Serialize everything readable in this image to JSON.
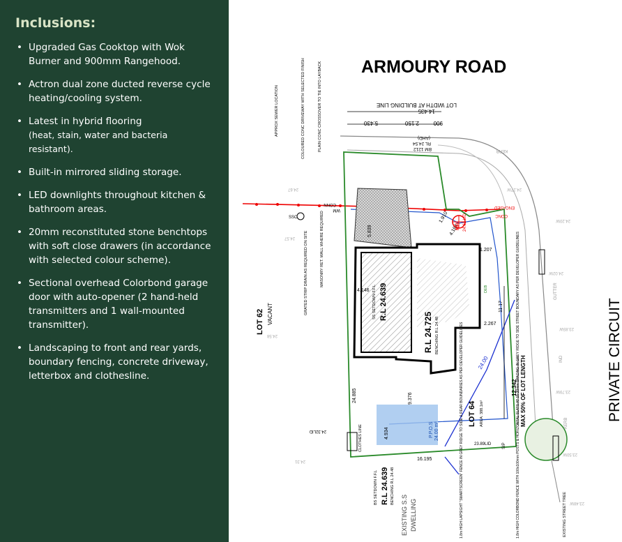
{
  "sidebar": {
    "heading": "Inclusions:",
    "items": [
      {
        "text": "Upgraded Gas Cooktop with Wok Burner and 900mm Rangehood.",
        "note": ""
      },
      {
        "text": "Actron dual zone ducted reverse cycle heating/cooling system.",
        "note": ""
      },
      {
        "text": "Latest in hybrid flooring",
        "note": "(heat, stain, water and bacteria resistant)."
      },
      {
        "text": "Built-in mirrored sliding storage.",
        "note": ""
      },
      {
        "text": "LED downlights throughout kitchen & bathroom areas.",
        "note": ""
      },
      {
        "text": "20mm reconstituted stone benchtops with soft close drawers (in accordance with selected colour scheme).",
        "note": ""
      },
      {
        "text": "Sectional overhead Colorbond garage door with auto-opener (2 hand-held transmitters and 1 wall-mounted transmitter).",
        "note": ""
      },
      {
        "text": "Landscaping to front and rear yards, boundary fencing, concrete driveway, letterbox and clothesline.",
        "note": ""
      }
    ]
  },
  "plan": {
    "road_name": "ARMOURY  ROAD",
    "street_name": "PRIVATE CIRCUIT",
    "lot_width_label": "LOT WIDTH AT BUILDING LINE",
    "lot_width_value": "14.435",
    "dim_5430": "5.430",
    "dim_2150": "2.150",
    "dim_900": "900",
    "bm_label": "BM 1212",
    "bm_rl": "RL 24.54",
    "bm_ahd": "(AHD)",
    "lot62": "LOT 62",
    "vacant": "VACANT",
    "lot64": "LOT 64",
    "area": "AREA: 388.1m²",
    "max_length": "MAX 50% OF LOT LENGTH",
    "max_length_value": "12.342",
    "rl_main": "R.L 24.725",
    "rl_main_sub": "BENCHING R.L 24.48",
    "rl_garage": "R.L 24.639",
    "rl_garage_sub": "SS SETDOWN F.F.L",
    "rl_bottom": "R.L 24.639",
    "rl_bottom_sub": "BENCHING R.L 24.48",
    "rl_bottom_top": "BS SETDOWN F.F.L",
    "ppos": "P.P.O.S",
    "ppos_area": "24.00 m²",
    "existing": "EXISTING S.S",
    "dwelling": "DWELLING",
    "clothes": "CLOTHES LINE",
    "dim_5839": "5.839",
    "dim_4164": "4.164",
    "dim_16195": "16.195",
    "dim_24885": "24.885",
    "dim_1910": "1.910",
    "dim_9376": "9.376",
    "dim_4934": "4.934",
    "dim_4146": "4.146",
    "dim_1207": "1.207",
    "dim_2267": "2.267",
    "dim_11": "11.17",
    "contour": "24.00",
    "mh": "MH",
    "mh_rl": "24.61 LID",
    "encased": "ENCASED",
    "conc": "CONC",
    "sip": "SIP",
    "sip_lid": "23.89LID",
    "lid_left": "24.32LID",
    "notes": {
      "sewer": "APPROX SEWER LOCATION",
      "driveway": "COLOURED CONC DRIVEWAY WITH SELECTED FINISH",
      "crossover": "PLAIN CONC CROSSOVER TO TIE INTO LAYBACK",
      "strip": "GRATED STRIP DRAIN AS REQUIRED ON SITE",
      "masonry": "MASONRY RET. WALL WHERE REQUIRED",
      "fence1": "1.8m HIGH LAPSIGHT \"SMARTSCREEN\" FENCE IN GREY RIDGE TO SIDE & REAR BOUNDARIES AS PER DEVELOPER GUIDELINES",
      "fence2": "1.8m HIGH COLORBOND FENCE WITH 100x100mm POSTS & HORIZONTAL SLATS AT 15-20mm SPACING IN GREY RIDGE TO SIDE STREET BOUNDARY AS PER DEVELOPER GUIDELINES",
      "tree": "EXISTING STREET TREE",
      "ssc": "SSC",
      "conn": "CONN",
      "wm": "WM",
      "deb": "DEB",
      "gutter": "GUTTER",
      "kerb": "KERB",
      "kerb2": "KERB",
      "ind": "IND"
    }
  }
}
